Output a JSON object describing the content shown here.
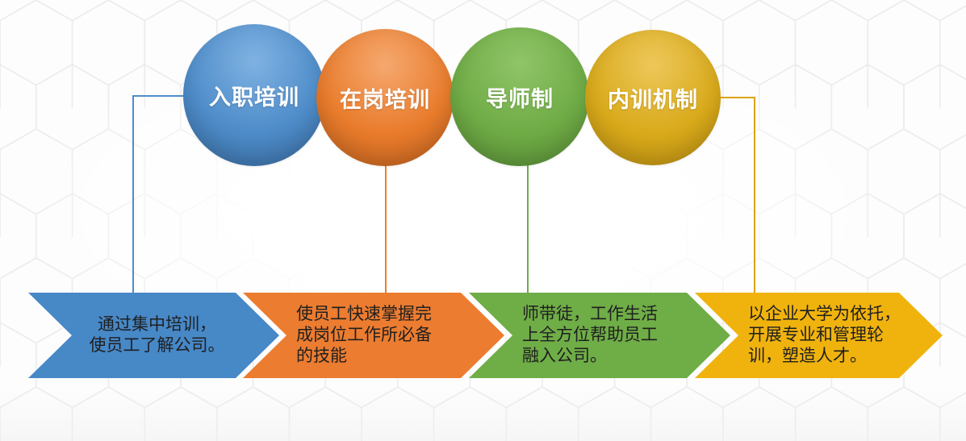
{
  "diagram": {
    "title": "",
    "background_pattern_color": "#ebebeb",
    "text_color": "#1f1f1f",
    "label_color": "#ffffff",
    "stages": [
      {
        "label": "入职培训",
        "description": "通过集中培训，\n使员工了解公司。",
        "circle_light": "#7fb2e2",
        "circle_mid": "#4e8cc9",
        "circle_dark": "#36699c",
        "arrow_color": "#4788c7",
        "connector_color": "#4e8cc9"
      },
      {
        "label": "在岗培训",
        "description": "使员工快速掌握完\n成岗位工作所必备\n的技能",
        "circle_light": "#f5a86f",
        "circle_mid": "#e97c2c",
        "circle_dark": "#bc5e1c",
        "arrow_color": "#ec7c30",
        "connector_color": "#ed7d31"
      },
      {
        "label": "导师制",
        "description": "师带徒，工作生活\n上全方位帮助员工\n融入公司。",
        "circle_light": "#90c468",
        "circle_mid": "#6fac46",
        "circle_dark": "#568934",
        "arrow_color": "#6fad47",
        "connector_color": "#70ad47"
      },
      {
        "label": "内训机制",
        "description": "以企业大学为依托，\n开展专业和管理轮\n训，塑造人才。",
        "circle_light": "#edc75a",
        "circle_mid": "#d9aa1b",
        "circle_dark": "#b78c10",
        "arrow_color": "#f0b30e",
        "connector_color": "#d9a40e"
      }
    ]
  }
}
